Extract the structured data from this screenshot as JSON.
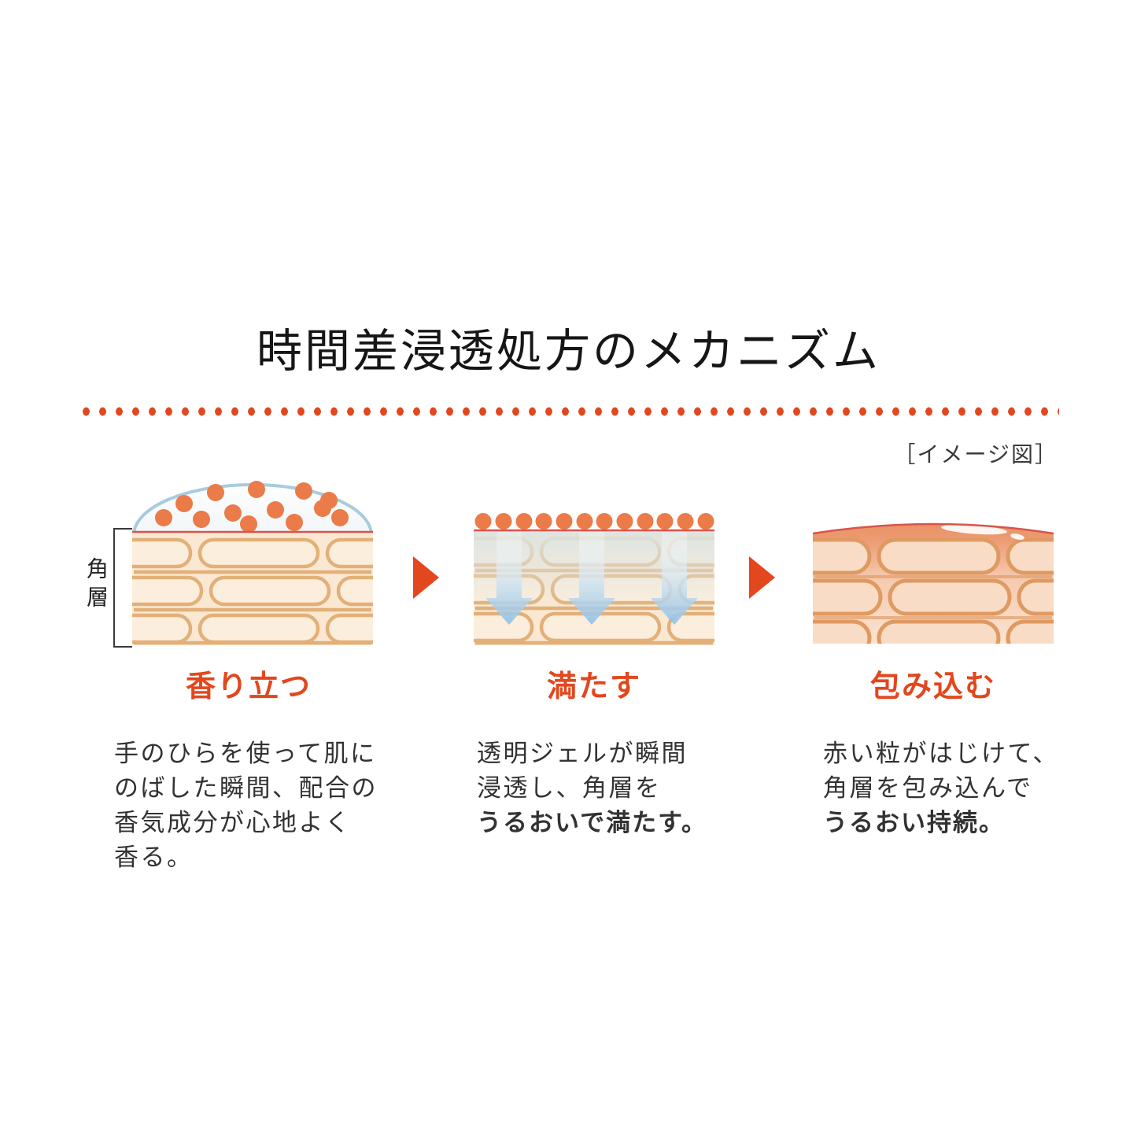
{
  "title": "時間差浸透処方のメカニズム",
  "image_note": "［イメージ図］",
  "skin_layer_label": "角層",
  "panels": [
    {
      "heading": "香り立つ",
      "illustration": "gel-dome-with-fragrance-particles-on-stratum-corneum",
      "lines": [
        "手のひらを使って肌に",
        "のばした瞬間、配合の",
        "香気成分が心地よく",
        "香る。"
      ],
      "emphasis_line_index": null
    },
    {
      "heading": "満たす",
      "illustration": "particles-on-surface-with-moisture-arrows-penetrating-stratum-corneum",
      "lines": [
        "透明ジェルが瞬間",
        "浸透し、角層を",
        "うるおいで満たす。"
      ],
      "emphasis_line_index": 2
    },
    {
      "heading": "包み込む",
      "illustration": "plump-moisturized-stratum-corneum-wrapped-with-glow",
      "lines": [
        "赤い粒がはじけて、",
        "角層を包み込んで",
        "うるおい持続。"
      ],
      "emphasis_line_index": 2
    }
  ],
  "colors": {
    "accent_orange": "#E2471D",
    "particle_orange": "#EB7B49",
    "skin_bg": "#FAE8D2",
    "cell_outline": "#E2B078",
    "cell_fill": "#FCEEDC",
    "surface_red_line": "#D9544A",
    "gel_dome_border": "#A9CBDD",
    "moisture_arrow_blue": "#8FC0E6",
    "wrap_skin_top": "#EC9B72",
    "wrap_skin_bottom": "#FAE4D1",
    "wrap_cell_outline": "#DF9A62",
    "text_dark": "#323232",
    "title_black": "#161616"
  }
}
